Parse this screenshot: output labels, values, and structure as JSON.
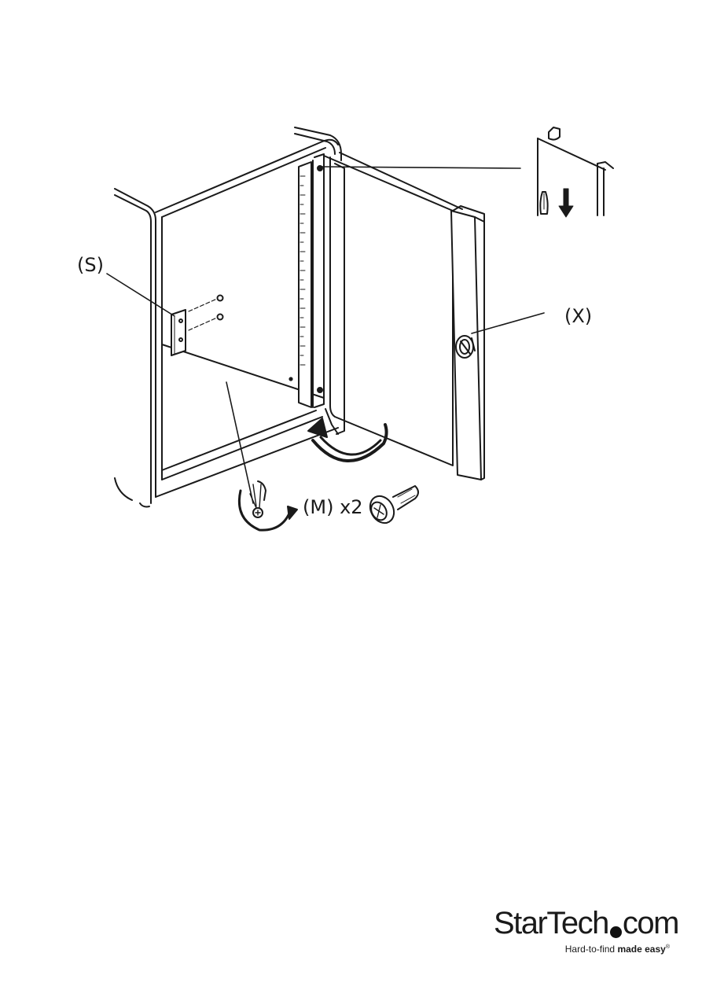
{
  "diagram": {
    "callouts": {
      "s_label": "(S)",
      "x_label": "(X)",
      "m_label": "(M) x2"
    }
  },
  "logo": {
    "name_part1": "StarTech",
    "name_part2": "com",
    "tagline_plain": "Hard-to-find ",
    "tagline_bold": "made easy",
    "tagline_mark": "®"
  }
}
